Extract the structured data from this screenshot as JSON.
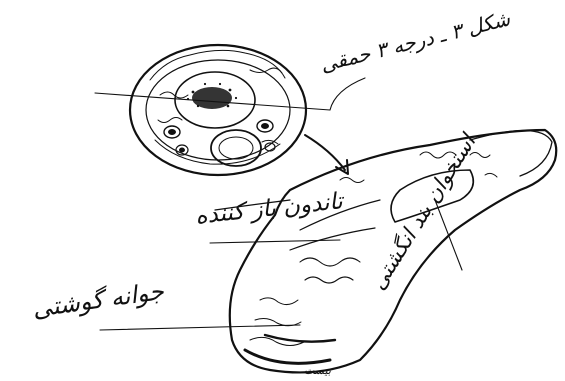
{
  "labels": {
    "top": "شکل ۳ ـ درجه ۳ حمقی",
    "tendon": "تاندون باز کننده",
    "bone": "استخوان بند انگشتی",
    "granulation": "جوانه گوشتی",
    "footer": "بیست"
  },
  "colors": {
    "ink": "#111111",
    "paper": "#ffffff"
  }
}
